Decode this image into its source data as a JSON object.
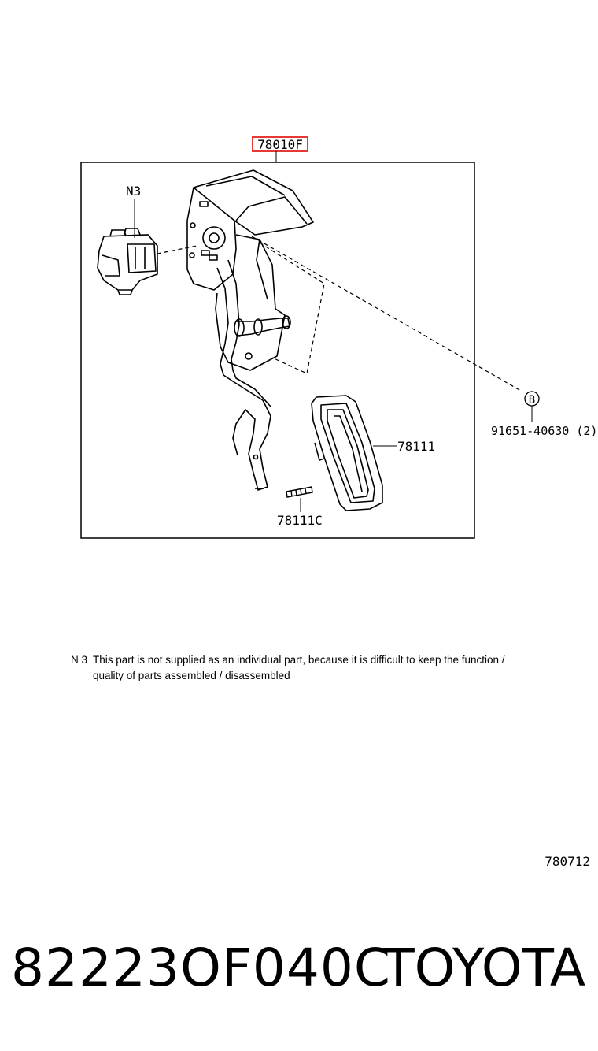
{
  "diagram": {
    "assembly_label": "78010F",
    "labels": {
      "n3": "N3",
      "part_78111": "78111",
      "part_78111c": "78111C",
      "callout_b": "B",
      "bolt": "91651-40630 (2)"
    },
    "highlight_color": "#e53935"
  },
  "note": {
    "tag": "N 3",
    "line1": "This part is not supplied as an individual part, because it is difficult to keep the function /",
    "line2": "quality of parts assembled / disassembled"
  },
  "reference_code": "780712",
  "footer": {
    "part_number": "82223OF040C",
    "brand": "TOYOTA"
  }
}
